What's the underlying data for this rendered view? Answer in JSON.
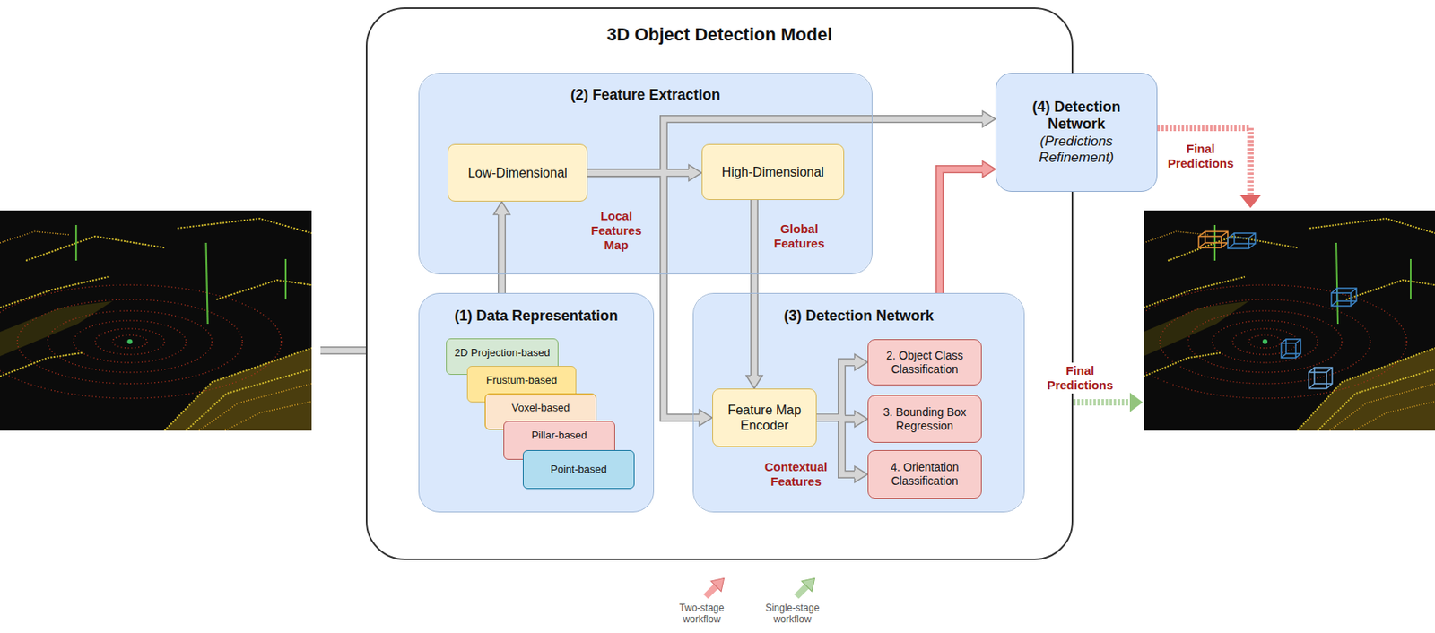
{
  "diagram": {
    "nodes": [
      {
        "text": [
          "3D Object Detection Model"
        ]
      },
      {
        "text": [
          "(2) Feature Extraction"
        ],
        "in": 0
      },
      {
        "text": [
          "Low-Dimensional"
        ],
        "in": 1
      },
      {
        "text": [
          "High-Dimensional"
        ],
        "in": 1
      },
      {
        "text": [
          "(4) Detection Network",
          "(Predictions Refinement)"
        ]
      },
      {
        "text": [
          "(1) Data Representation"
        ],
        "in": 0
      },
      {
        "text": [
          "2D Projection-based"
        ],
        "in": 5
      },
      {
        "text": [
          "Frustum-based"
        ],
        "in": 5
      },
      {
        "text": [
          "Voxel-based"
        ],
        "in": 5
      },
      {
        "text": [
          "Pillar-based"
        ],
        "in": 5
      },
      {
        "text": [
          "Point-based"
        ],
        "in": 5
      },
      {
        "text": [
          "(3) Detection Network"
        ],
        "in": 0
      },
      {
        "text": [
          "Feature Map Encoder"
        ],
        "in": 11
      },
      {
        "text": [
          "2. Object Class Classification"
        ],
        "in": 11
      },
      {
        "text": [
          "3. Bounding Box Regression"
        ],
        "in": 11
      },
      {
        "text": [
          "4. Orientation Classification"
        ],
        "in": 11
      }
    ],
    "edges": [
      {
        "from": 5,
        "to": 2,
        "arrow": "to"
      },
      {
        "from": 2,
        "to": 3,
        "arrow": "to"
      },
      {
        "from": 2,
        "to": 4,
        "arrow": "to"
      },
      {
        "from": 2,
        "to": 12,
        "arrow": "to"
      },
      {
        "from": 3,
        "to": 12,
        "arrow": "to"
      },
      {
        "from": 11,
        "to": 4,
        "arrow": "to"
      },
      {
        "from": 12,
        "to": 13,
        "arrow": "to"
      },
      {
        "from": 12,
        "to": 14,
        "arrow": "to"
      },
      {
        "from": 12,
        "to": 15,
        "arrow": "to"
      }
    ],
    "labels": [
      "Final Predictions",
      "Local Features Map",
      "Global Features",
      "Final Predictions",
      "Contextual Features"
    ],
    "legend": [
      {
        "text": "Two-stage workflow"
      },
      {
        "text": "Single-stage workflow"
      }
    ]
  }
}
